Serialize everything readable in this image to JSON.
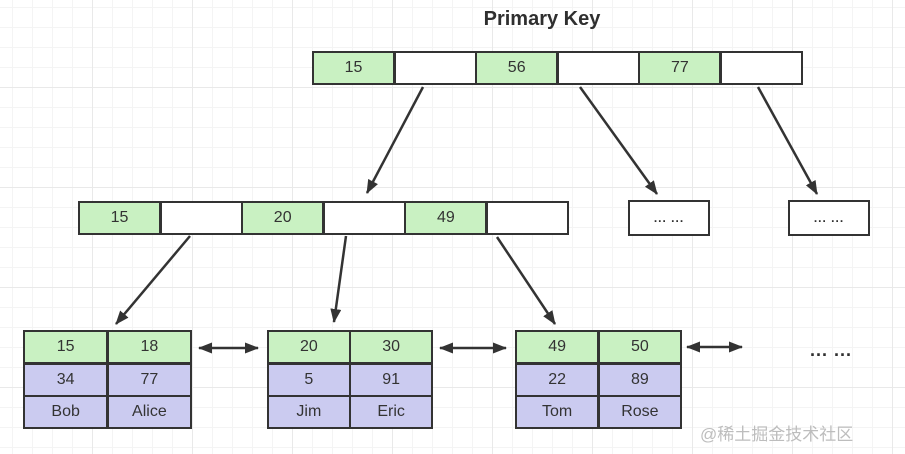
{
  "title": "Primary Key",
  "colors": {
    "green": "#c9f1c2",
    "purple": "#cbcbf0",
    "line": "#333333",
    "watermark": "#bdbdbd"
  },
  "root_node": {
    "cells": [
      "15",
      "",
      "56",
      "",
      "77",
      ""
    ]
  },
  "internal_node": {
    "cells": [
      "15",
      "",
      "20",
      "",
      "49",
      ""
    ]
  },
  "ellipsis_nodes": [
    "... ...",
    "... ..."
  ],
  "leaf_tables": [
    {
      "rows": [
        [
          "15",
          "18"
        ],
        [
          "34",
          "77"
        ],
        [
          "Bob",
          "Alice"
        ]
      ]
    },
    {
      "rows": [
        [
          "20",
          "30"
        ],
        [
          "5",
          "91"
        ],
        [
          "Jim",
          "Eric"
        ]
      ]
    },
    {
      "rows": [
        [
          "49",
          "50"
        ],
        [
          "22",
          "89"
        ],
        [
          "Tom",
          "Rose"
        ]
      ]
    }
  ],
  "leaf_ellipsis": "... ...",
  "watermark": "@稀土掘金技术社区"
}
